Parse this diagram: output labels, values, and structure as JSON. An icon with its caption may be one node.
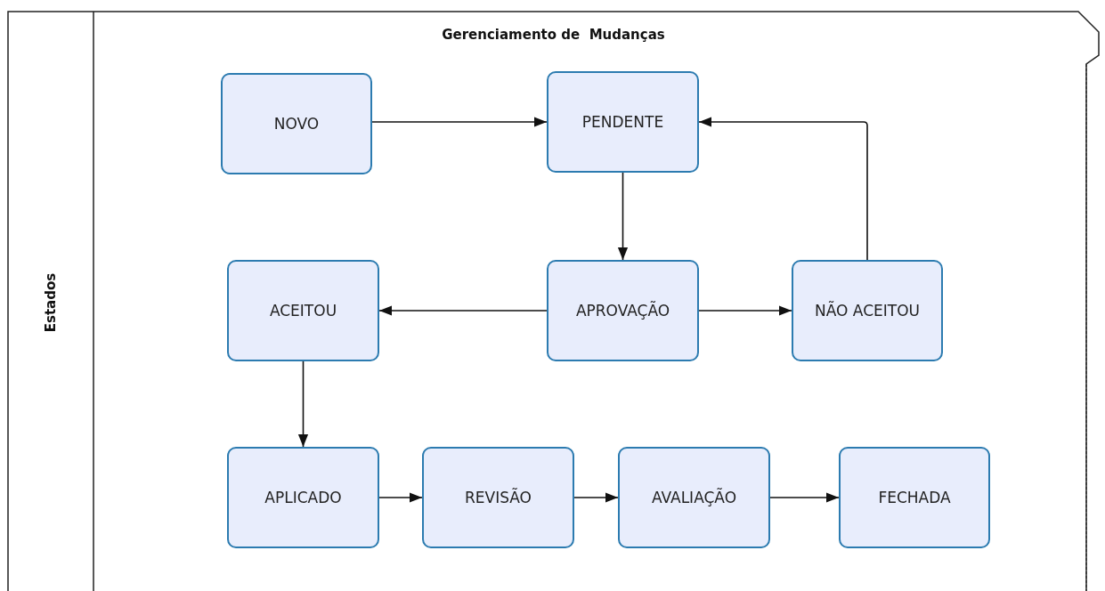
{
  "diagram": {
    "title": "Gerenciamento de  Mudanças",
    "nodes": [
      {
        "text": [
          "Estados"
        ]
      },
      {
        "text": [
          "NOVO"
        ],
        "in": 0
      },
      {
        "text": [
          "PENDENTE"
        ],
        "in": 0
      },
      {
        "text": [
          "ACEITOU"
        ],
        "in": 0
      },
      {
        "text": [
          "APROVAÇÃO"
        ],
        "in": 0
      },
      {
        "text": [
          "NÃO ACEITOU"
        ],
        "in": 0
      },
      {
        "text": [
          "APLICADO"
        ],
        "in": 0
      },
      {
        "text": [
          "REVISÃO"
        ],
        "in": 0
      },
      {
        "text": [
          "AVALIAÇÃO"
        ],
        "in": 0
      },
      {
        "text": [
          "FECHADA"
        ],
        "in": 0
      }
    ],
    "edges": [
      {
        "from": 1,
        "to": 2,
        "arrow": "to"
      },
      {
        "from": 2,
        "to": 4,
        "arrow": "to"
      },
      {
        "from": 4,
        "to": 3,
        "arrow": "to"
      },
      {
        "from": 4,
        "to": 5,
        "arrow": "to"
      },
      {
        "from": 5,
        "to": 2,
        "arrow": "to"
      },
      {
        "from": 3,
        "to": 6,
        "arrow": "to"
      },
      {
        "from": 6,
        "to": 7,
        "arrow": "to"
      },
      {
        "from": 7,
        "to": 8,
        "arrow": "to"
      },
      {
        "from": 8,
        "to": 9,
        "arrow": "to"
      }
    ]
  }
}
